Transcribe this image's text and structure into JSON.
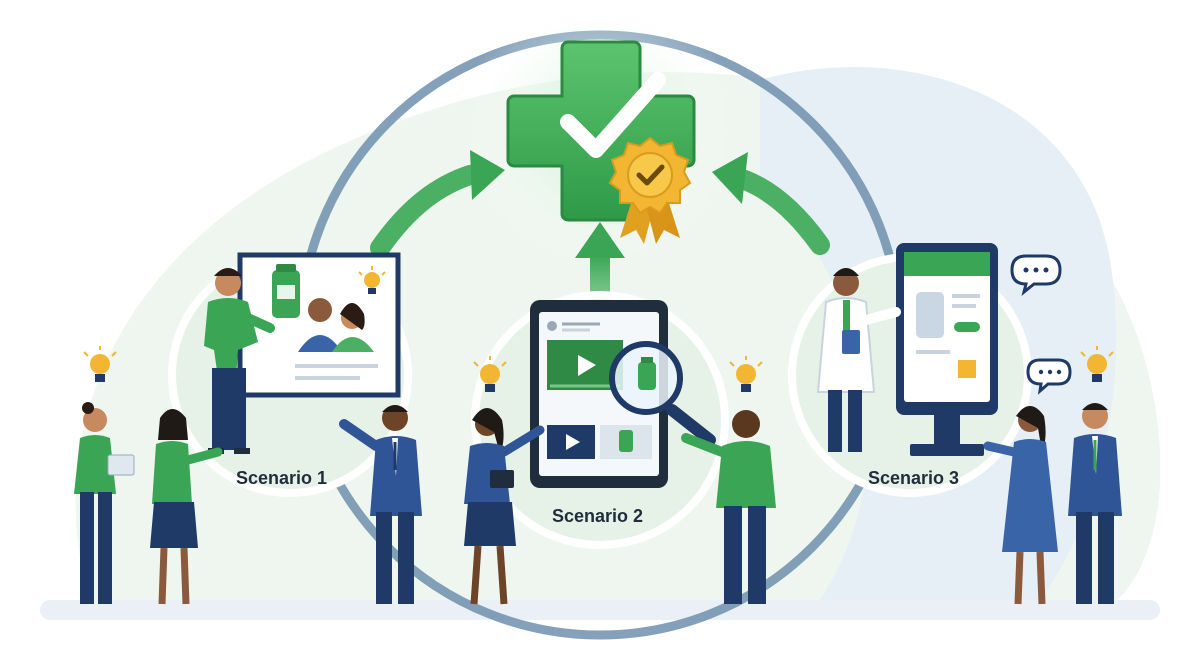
{
  "scenarios": [
    {
      "id": 1,
      "label": "Scenario 1",
      "icon": "monitor-family-ad-icon"
    },
    {
      "id": 2,
      "label": "Scenario 2",
      "icon": "tablet-video-icon"
    },
    {
      "id": 3,
      "label": "Scenario 3",
      "icon": "digital-kiosk-icon"
    }
  ],
  "center": {
    "icon": "medical-cross-check-icon",
    "badge": "approval-seal-icon"
  },
  "colors": {
    "primary_green": "#3aa655",
    "dark_green": "#2e8a45",
    "navy": "#1f3a66",
    "blue_shirt": "#3a64a8",
    "ring": "#6f8fae",
    "gold": "#f2b632",
    "bg_wash": "#e8f3ea",
    "bg_blue_wash": "#e6eef6"
  }
}
